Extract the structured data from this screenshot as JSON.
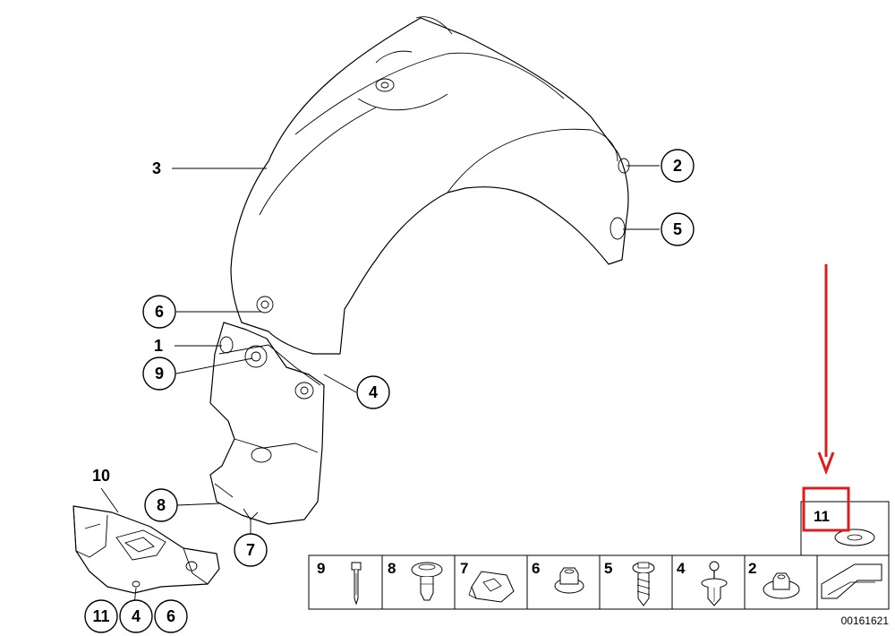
{
  "diagram": {
    "callouts": {
      "c2": "2",
      "c5": "5",
      "c6_top": "6",
      "c9": "9",
      "c4": "4",
      "c8": "8",
      "c7": "7",
      "c11_bottom": "11",
      "c4_bottom": "4",
      "c6_bottom": "6"
    },
    "labels": {
      "l3": "3",
      "l1": "1",
      "l10": "10"
    },
    "legend_strip": [
      "9",
      "8",
      "7",
      "6",
      "5",
      "4",
      "2"
    ],
    "highlight_item": "11",
    "doc_number": "00161621"
  },
  "annotation": {
    "color": "#e01b1b"
  }
}
